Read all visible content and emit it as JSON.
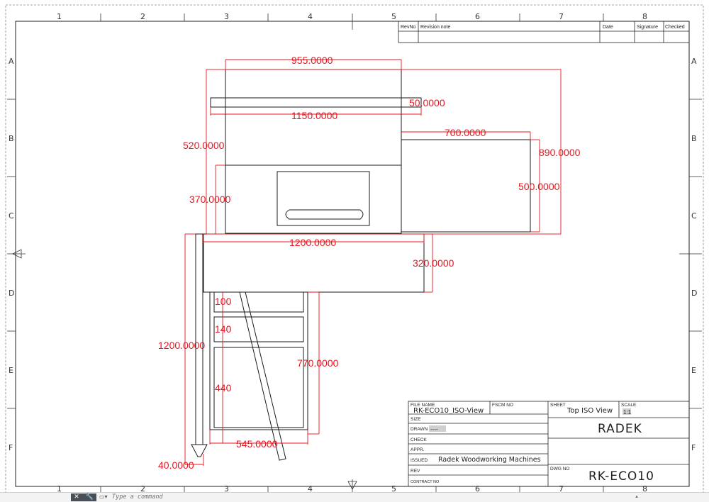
{
  "zones": {
    "columns": [
      "1",
      "2",
      "3",
      "4",
      "5",
      "6",
      "7",
      "8"
    ],
    "rows": [
      "A",
      "B",
      "C",
      "D",
      "E",
      "F"
    ]
  },
  "revision_table": {
    "headers": [
      "RevNo",
      "Revision note",
      "Date",
      "Signature",
      "Checked"
    ]
  },
  "dimensions": {
    "d955": "955.0000",
    "d1150": "1150.0000",
    "d50": "50.0000",
    "d700": "700.0000",
    "d520": "520.0000",
    "d890": "890.0000",
    "d500": "500.0000",
    "d370": "370.0000",
    "d1200h": "1200.0000",
    "d320": "320.0000",
    "d100": "100",
    "d140": "140",
    "d1200v": "1200.0000",
    "d770": "770.0000",
    "d440": "440",
    "d545": "545.0000",
    "d40": "40.0000"
  },
  "title_block": {
    "file_name_label": "FILE NAME",
    "file_name": "RK-ECO10_ISO-View",
    "fscm_label": "FSCM NO",
    "sheet_label": "SHEET",
    "sheet_value": "Top ISO View",
    "scale_label": "SCALE",
    "scale_value": "1:1",
    "size_label": "SIZE",
    "drawn_label": "DRAWN",
    "drawn_value": "----",
    "check_label": "CHECK",
    "appr_label": "APPR.",
    "issued_label": "ISSUED",
    "issued_value": "Radek Woodworking Machines",
    "rev_label": "REV",
    "contract_label": "CONTRACT NO",
    "company": "RADEK",
    "dwg_label": "DWG NO",
    "dwg_value": "RK-ECO10"
  },
  "command_bar": {
    "close_glyph": "✕",
    "wrench_glyph": "🔧",
    "history_glyph": "▭▾",
    "placeholder": "Type a command",
    "scroll_glyph": "▴"
  },
  "colors": {
    "dimension": "#e8141e",
    "outline": "#1a1a1a",
    "frame": "#222222"
  }
}
